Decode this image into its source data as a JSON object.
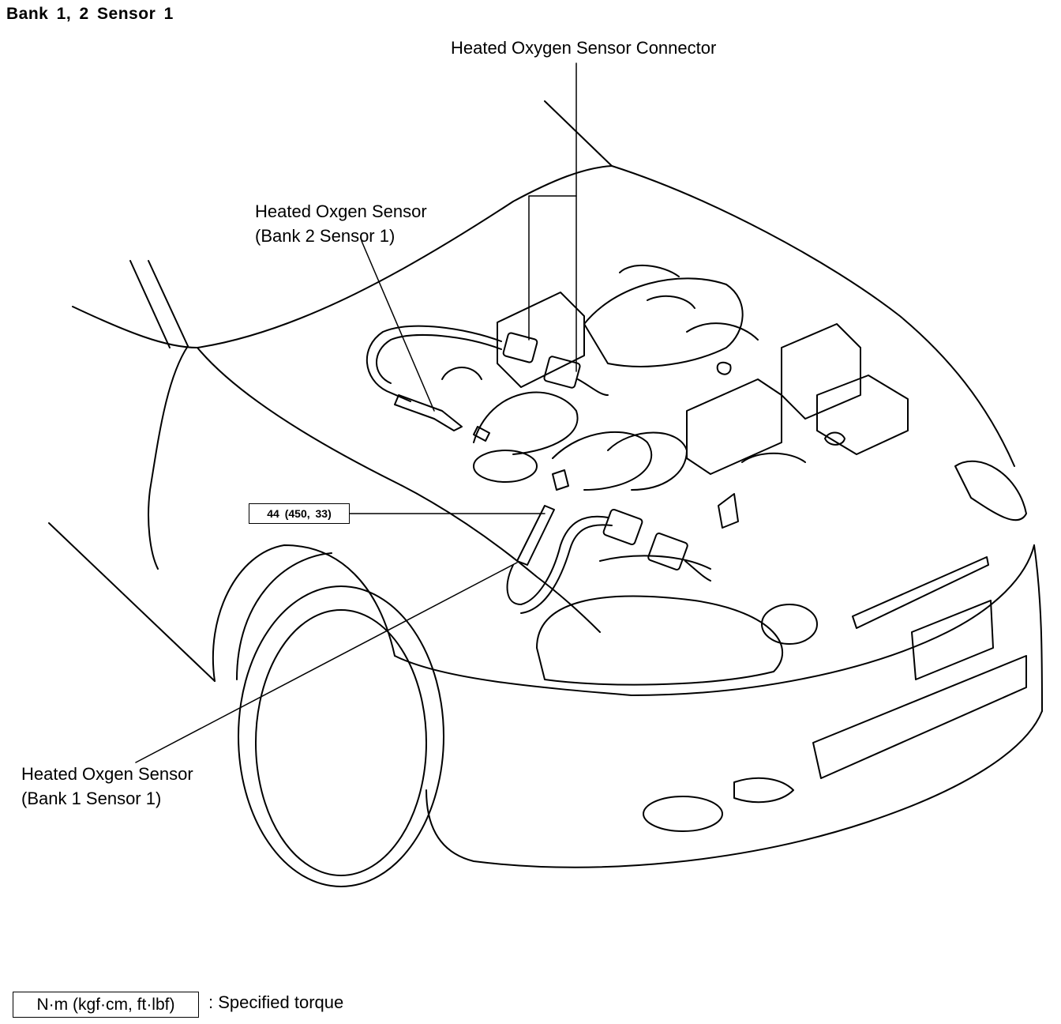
{
  "title": "Bank 1, 2  Sensor 1",
  "labels": {
    "connector": "Heated Oxygen Sensor Connector",
    "bank2_line1": "Heated Oxgen Sensor",
    "bank2_line2": "(Bank 2 Sensor 1)",
    "bank1_line1": "Heated Oxgen Sensor",
    "bank1_line2": "(Bank 1 Sensor 1)"
  },
  "torque": {
    "value": "44  (450, 33)"
  },
  "legend": {
    "unit_box": "N·m (kgf·cm, ft·lbf)",
    "description": ": Specified torque"
  }
}
